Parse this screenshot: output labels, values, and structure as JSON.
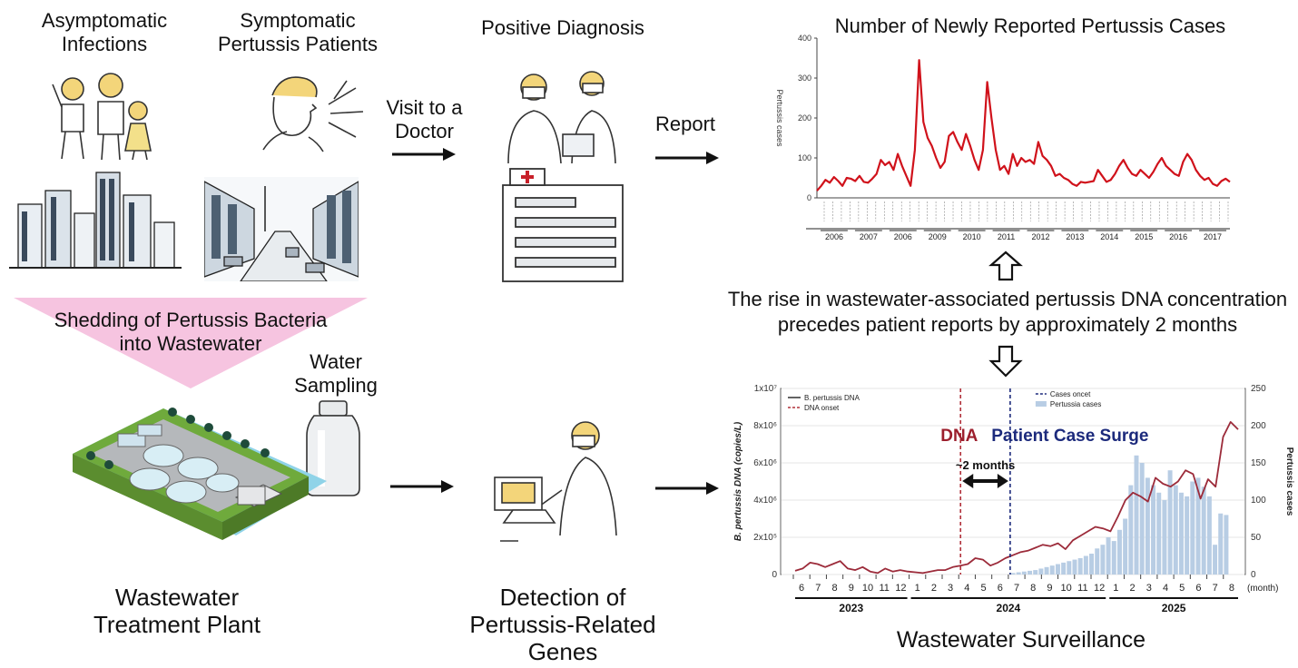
{
  "labels": {
    "asymptomatic": [
      "Asymptomatic",
      "Infections"
    ],
    "symptomatic": [
      "Symptomatic",
      "Pertussis Patients"
    ],
    "positive_diagnosis": "Positive Diagnosis",
    "visit_doctor": [
      "Visit to a",
      "Doctor"
    ],
    "report": "Report",
    "shedding": [
      "Shedding of Pertussis Bacteria",
      "into Wastewater"
    ],
    "water_sampling": [
      "Water",
      "Sampling"
    ],
    "wwtp": [
      "Wastewater",
      "Treatment Plant"
    ],
    "detection": [
      "Detection of",
      "Pertussis-Related",
      "Genes"
    ],
    "finding": [
      "The rise in wastewater-associated pertussis DNA concentration",
      "precedes patient reports by approximately 2 months"
    ],
    "surveillance": "Wastewater Surveillance"
  },
  "chart_data": [
    {
      "type": "line",
      "title": "Number of Newly Reported Pertussis Cases",
      "ylabel": "Pertussis cases",
      "ylim": [
        0,
        400
      ],
      "yticks": [
        0,
        100,
        200,
        300,
        400
      ],
      "year_labels": [
        "2006",
        "2007",
        "2006",
        "2009",
        "2010",
        "2011",
        "2012",
        "2013",
        "2014",
        "2015",
        "2016",
        "2017"
      ],
      "series": [
        {
          "color": "#d0121b",
          "values": [
            18,
            30,
            45,
            38,
            52,
            42,
            30,
            50,
            48,
            42,
            55,
            40,
            38,
            48,
            60,
            95,
            82,
            90,
            70,
            110,
            80,
            55,
            30,
            120,
            345,
            190,
            150,
            130,
            100,
            75,
            90,
            155,
            165,
            140,
            120,
            160,
            130,
            95,
            70,
            120,
            290,
            200,
            120,
            70,
            80,
            60,
            110,
            80,
            100,
            90,
            95,
            85,
            140,
            105,
            95,
            80,
            55,
            60,
            50,
            45,
            35,
            30,
            40,
            38,
            40,
            42,
            70,
            55,
            40,
            45,
            60,
            80,
            95,
            75,
            60,
            55,
            70,
            60,
            50,
            65,
            85,
            100,
            80,
            70,
            60,
            55,
            90,
            110,
            95,
            70,
            55,
            45,
            50,
            35,
            30,
            42,
            48,
            40
          ]
        }
      ]
    },
    {
      "type": "line+bar",
      "ylabel_left": "B. pertussis DNA (copies/L)",
      "ylabel_right": "Pertussis cases",
      "yticks_left": [
        "0",
        "2x10⁵",
        "4x10⁶",
        "6x10⁶",
        "8x10⁶",
        "1x10⁷"
      ],
      "yticks_right": [
        0,
        50,
        100,
        150,
        200,
        250
      ],
      "y_right_lim": [
        0,
        250
      ],
      "x_months": [
        6,
        7,
        8,
        9,
        10,
        11,
        12,
        1,
        2,
        3,
        4,
        5,
        6,
        7,
        8,
        9,
        10,
        11,
        12,
        1,
        2,
        3,
        4,
        5,
        6,
        7,
        8
      ],
      "x_years": [
        "2023",
        "2024",
        "2025"
      ],
      "x_unit": "(month)",
      "legend": [
        "B. pertussis DNA",
        "DNA onset",
        "Cases oncet",
        "Pertussia cases"
      ],
      "annotations": {
        "dna": "DNA",
        "cases": "Patient Case Surge",
        "lag": "~2 months"
      },
      "dna_onset_month_index": 10,
      "cases_onset_month_index": 13,
      "dna_series": [
        5,
        8,
        16,
        14,
        10,
        14,
        18,
        8,
        6,
        10,
        4,
        2,
        8,
        4,
        6,
        4,
        3,
        2,
        4,
        6,
        6,
        10,
        12,
        14,
        22,
        20,
        12,
        16,
        22,
        26,
        30,
        32,
        36,
        40,
        38,
        42,
        34,
        46,
        52,
        58,
        64,
        62,
        58,
        78,
        100,
        110,
        105,
        98,
        130,
        122,
        118,
        125,
        140,
        135,
        102,
        128,
        118,
        185,
        205,
        195
      ],
      "case_bars": [
        2,
        3,
        4,
        5,
        6,
        8,
        10,
        12,
        14,
        16,
        18,
        20,
        22,
        25,
        28,
        35,
        40,
        50,
        45,
        60,
        75,
        120,
        160,
        150,
        130,
        120,
        110,
        100,
        140,
        120,
        110,
        105,
        125,
        130,
        118,
        105,
        40,
        82,
        80
      ],
      "colors": {
        "dna": "#9c2b3a",
        "dna_onset": "#b0303a",
        "cases_onset": "#1c2a7c",
        "bars": "#b8cde4"
      }
    }
  ]
}
